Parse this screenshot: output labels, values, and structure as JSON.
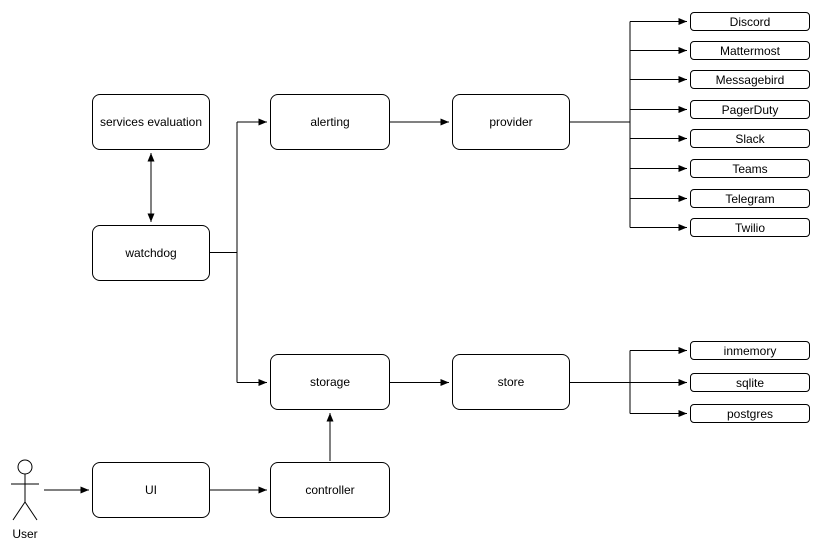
{
  "diagram": {
    "colors": {
      "border": "#000000",
      "background": "#ffffff",
      "line": "#000000"
    },
    "nodes": {
      "services_evaluation": "services evaluation",
      "watchdog": "watchdog",
      "alerting": "alerting",
      "provider": "provider",
      "storage": "storage",
      "store": "store",
      "ui": "UI",
      "controller": "controller"
    },
    "actor": {
      "label": "User"
    },
    "provider_targets": [
      "Discord",
      "Mattermost",
      "Messagebird",
      "PagerDuty",
      "Slack",
      "Teams",
      "Telegram",
      "Twilio"
    ],
    "store_targets": [
      "inmemory",
      "sqlite",
      "postgres"
    ],
    "edges": [
      {
        "from": "services_evaluation",
        "to": "watchdog",
        "style": "double-arrow"
      },
      {
        "from": "watchdog",
        "to": "alerting",
        "style": "arrow"
      },
      {
        "from": "watchdog",
        "to": "storage",
        "style": "arrow"
      },
      {
        "from": "alerting",
        "to": "provider",
        "style": "arrow"
      },
      {
        "from": "provider",
        "to": "Discord",
        "style": "arrow"
      },
      {
        "from": "provider",
        "to": "Mattermost",
        "style": "arrow"
      },
      {
        "from": "provider",
        "to": "Messagebird",
        "style": "arrow"
      },
      {
        "from": "provider",
        "to": "PagerDuty",
        "style": "arrow"
      },
      {
        "from": "provider",
        "to": "Slack",
        "style": "arrow"
      },
      {
        "from": "provider",
        "to": "Teams",
        "style": "arrow"
      },
      {
        "from": "provider",
        "to": "Telegram",
        "style": "arrow"
      },
      {
        "from": "provider",
        "to": "Twilio",
        "style": "arrow"
      },
      {
        "from": "storage",
        "to": "store",
        "style": "arrow"
      },
      {
        "from": "store",
        "to": "inmemory",
        "style": "arrow"
      },
      {
        "from": "store",
        "to": "sqlite",
        "style": "arrow"
      },
      {
        "from": "store",
        "to": "postgres",
        "style": "arrow"
      },
      {
        "from": "User",
        "to": "ui",
        "style": "arrow"
      },
      {
        "from": "ui",
        "to": "controller",
        "style": "arrow"
      },
      {
        "from": "controller",
        "to": "storage",
        "style": "arrow"
      }
    ]
  }
}
